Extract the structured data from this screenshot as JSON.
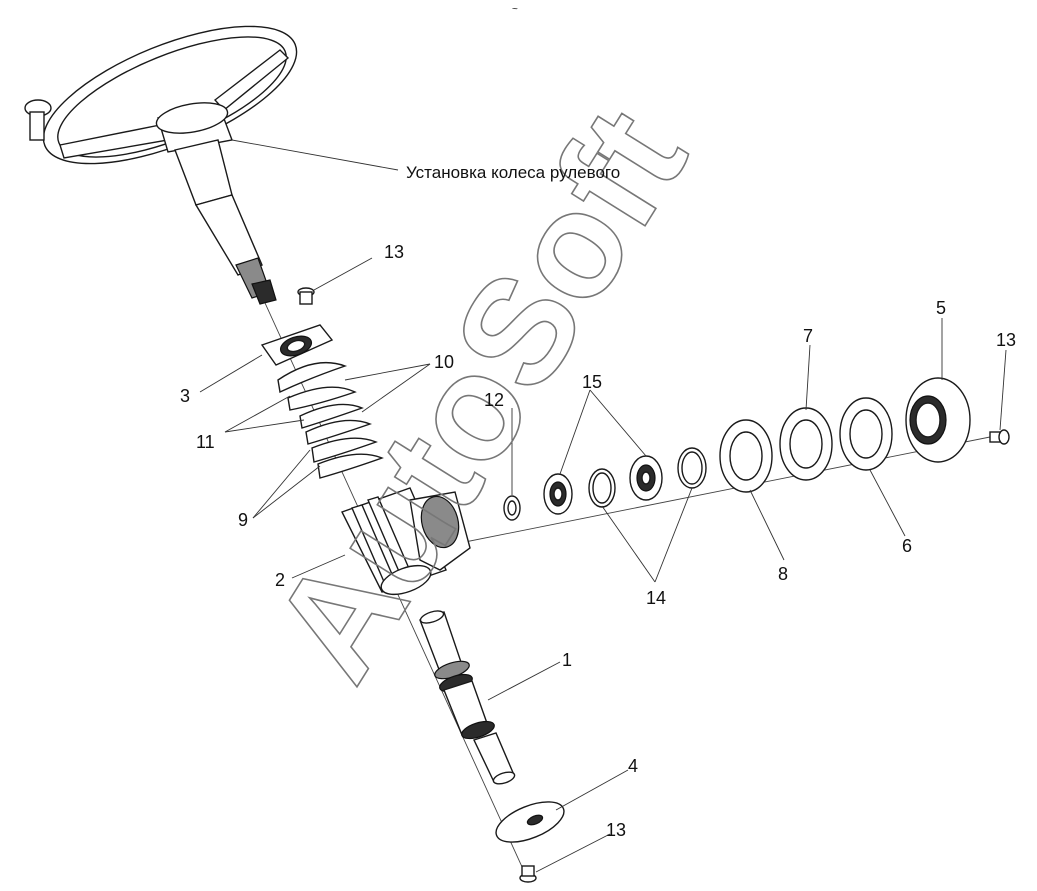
{
  "watermark": "AutoSoft",
  "assembly_label": "Установка колеса рулевого",
  "part_labels": [
    {
      "id": "p1",
      "text": "1"
    },
    {
      "id": "p2",
      "text": "2"
    },
    {
      "id": "p3",
      "text": "3"
    },
    {
      "id": "p4",
      "text": "4"
    },
    {
      "id": "p5",
      "text": "5"
    },
    {
      "id": "p6",
      "text": "6"
    },
    {
      "id": "p7",
      "text": "7"
    },
    {
      "id": "p8",
      "text": "8"
    },
    {
      "id": "p9",
      "text": "9"
    },
    {
      "id": "p10",
      "text": "10"
    },
    {
      "id": "p11",
      "text": "11"
    },
    {
      "id": "p12",
      "text": "12"
    },
    {
      "id": "p13a",
      "text": "13"
    },
    {
      "id": "p13b",
      "text": "13"
    },
    {
      "id": "p13c",
      "text": "13"
    },
    {
      "id": "p14",
      "text": "14"
    },
    {
      "id": "p15",
      "text": "15"
    }
  ]
}
